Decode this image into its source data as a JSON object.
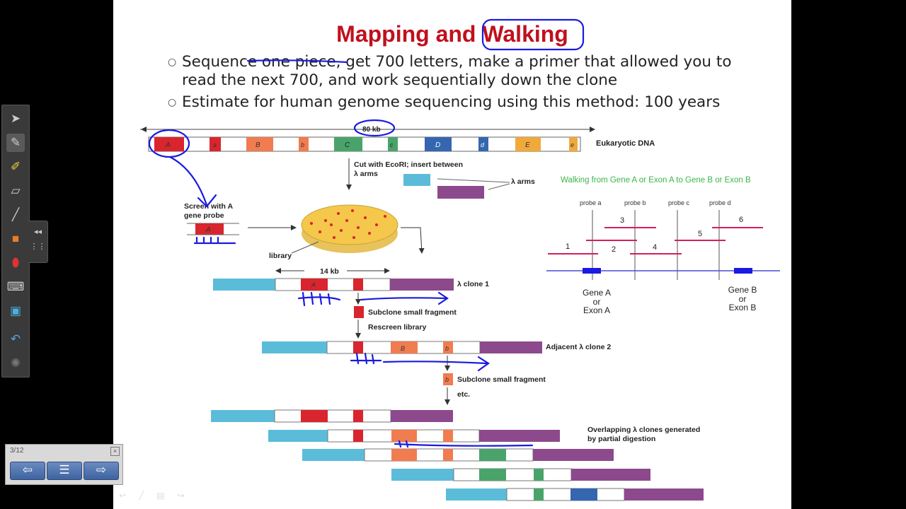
{
  "slide": {
    "title": "Mapping and Walking",
    "bullets": [
      {
        "line1": "Sequence one piece, get 700 letters, make a primer that allowed you to",
        "line2": "read the next 700, and work sequentially down the clone"
      },
      {
        "line1": "Estimate for human genome sequencing using this method: 100 years"
      }
    ]
  },
  "diagram": {
    "dna_length": "80 kb",
    "dna_label": "Eukaryotic DNA",
    "genes": [
      "A",
      "a",
      "B",
      "b",
      "C",
      "c",
      "D",
      "d",
      "E",
      "e"
    ],
    "cut_text_1": "Cut with EcoRI; insert between",
    "cut_text_2": "λ arms",
    "arms_label": "λ arms",
    "screen_1": "Screen with A",
    "screen_2": "gene probe",
    "library": "library",
    "clone_length": "14 kb",
    "clone1": "λ clone 1",
    "subclone1": "Subclone small fragment",
    "rescreen": "Rescreen library",
    "clone2": "Adjacent λ clone 2",
    "subclone2": "Subclone small fragment",
    "etc": "etc.",
    "overlap_1": "Overlapping λ clones generated",
    "overlap_2": "by partial digestion",
    "walk_title": "Walking from Gene A or Exon A to Gene B or Exon B",
    "probes": [
      "probe a",
      "probe b",
      "probe c",
      "probe d"
    ],
    "fragment_numbers": [
      "1",
      "2",
      "3",
      "4",
      "5",
      "6"
    ],
    "gene_a": [
      "Gene A",
      "or",
      "Exon A"
    ],
    "gene_b": [
      "Gene B",
      "or",
      "Exon B"
    ]
  },
  "pager": {
    "count": "3/12"
  },
  "colors": {
    "title": "#c0101e",
    "cyan": "#5bbcd9",
    "purple": "#8c4a8c",
    "red": "#d8252e",
    "orange": "#f07c50",
    "green": "#4aa36a",
    "blue": "#3566b0",
    "yellow": "#f2a93b",
    "ink": "#1a1ae0",
    "walk_green": "#3bb54a"
  },
  "icons": [
    "arrow-icon",
    "pen-icon",
    "highlighter-icon",
    "eraser-icon",
    "line-icon",
    "shapes-icon",
    "fill-icon",
    "keyboard-icon",
    "screen-icon",
    "undo-icon",
    "settings-icon"
  ]
}
